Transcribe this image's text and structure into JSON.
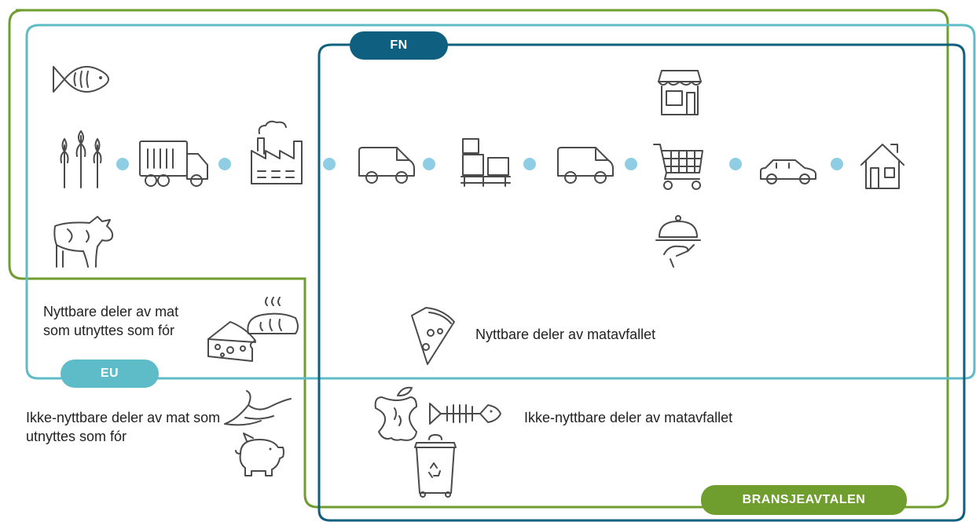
{
  "labels": {
    "fn": "FN",
    "eu": "EU",
    "bransjeavtalen": "BRANSJEAVTALEN"
  },
  "texts": {
    "edible_feed": "Nyttbare deler av mat som utnyttes som fór",
    "inedible_feed": "Ikke-nyttbare deler av mat som utnyttes som fór",
    "edible_waste": "Nyttbare deler av matavfallet",
    "inedible_waste": "Ikke-nyttbare deler av matavfallet"
  },
  "colors": {
    "green": "#6f9d2e",
    "light_teal": "#5dbcc8",
    "dark_blue": "#0e5f80",
    "dot": "#8fcde4",
    "icon": "#4a4a4a"
  },
  "icons": [
    "fish-icon",
    "grain-icon",
    "cow-icon",
    "truck-icon",
    "factory-icon",
    "van-icon",
    "boxes-icon",
    "shop-icon",
    "cart-icon",
    "cloche-icon",
    "car-icon",
    "house-icon",
    "pizza-icon",
    "bread-icon",
    "cheese-icon",
    "banana-peel-icon",
    "pig-icon",
    "apple-core-icon",
    "fish-bone-icon",
    "bin-icon"
  ]
}
